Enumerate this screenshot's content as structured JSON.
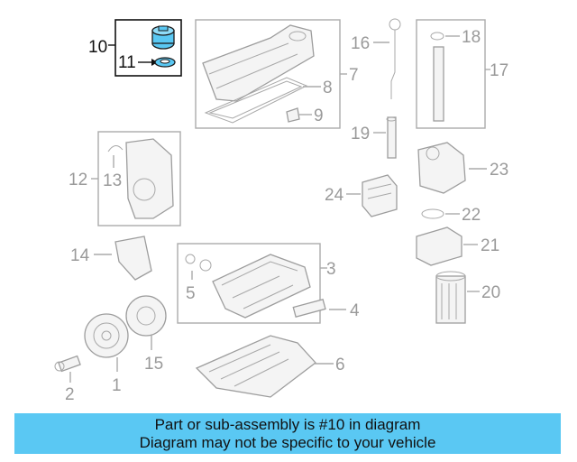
{
  "callouts": {
    "c1": "1",
    "c2": "2",
    "c3": "3",
    "c4": "4",
    "c5": "5",
    "c6": "6",
    "c7": "7",
    "c8": "8",
    "c9": "9",
    "c10": "10",
    "c11": "11",
    "c12": "12",
    "c13": "13",
    "c14": "14",
    "c15": "15",
    "c16": "16",
    "c17": "17",
    "c18": "18",
    "c19": "19",
    "c20": "20",
    "c21": "21",
    "c22": "22",
    "c23": "23",
    "c24": "24"
  },
  "highlight_color": "#5ac8f3",
  "banner": {
    "line1": "Part or sub-assembly is #10 in diagram",
    "line2": "Diagram may not be specific to your vehicle"
  }
}
